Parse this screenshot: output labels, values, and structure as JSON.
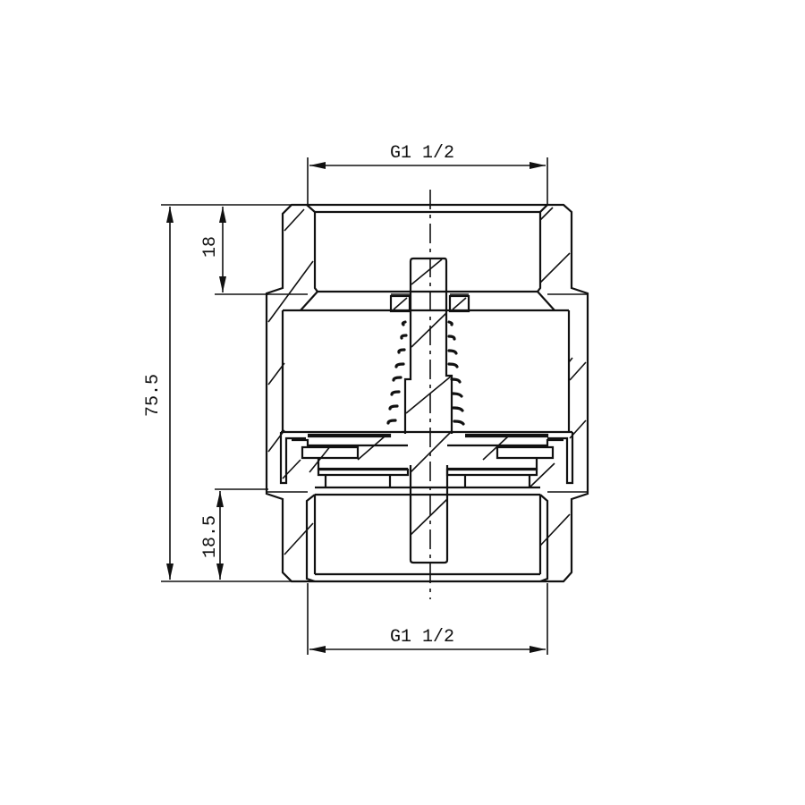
{
  "drawing": {
    "subject": "Spring check valve, cross-section",
    "colors": {
      "line": "#111111",
      "background": "#ffffff"
    }
  },
  "dimensions": {
    "top_thread": "G1 1/2",
    "bottom_thread": "G1 1/2",
    "overall_height": "75.5",
    "top_thread_depth": "18",
    "bottom_thread_depth": "18.5"
  }
}
